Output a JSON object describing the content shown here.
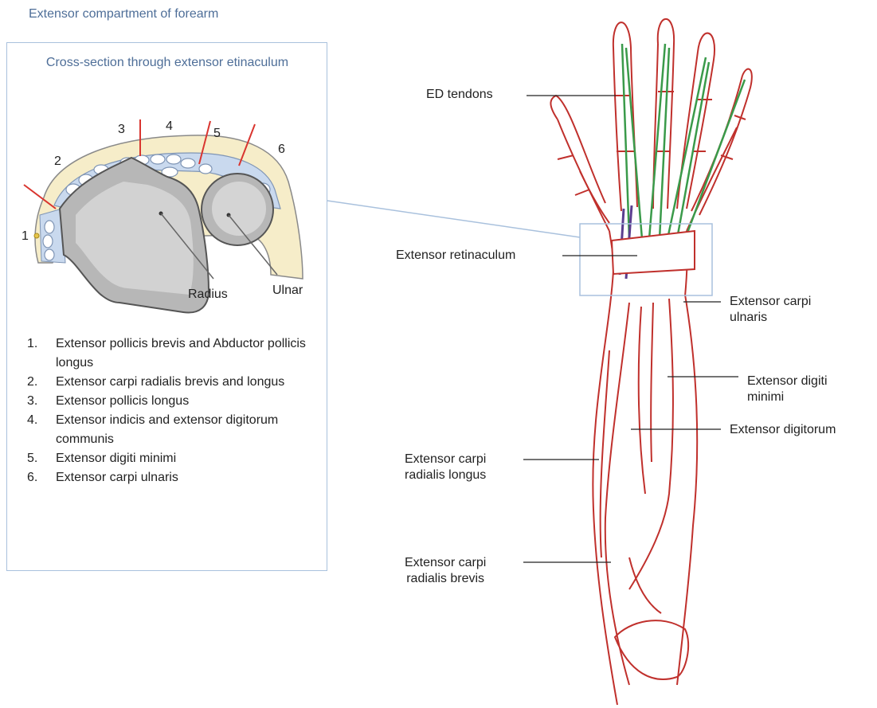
{
  "title": "Extensor compartment of forearm",
  "inset": {
    "title": "Cross-section through extensor etinaculum",
    "compartment_numbers": [
      "1",
      "2",
      "3",
      "4",
      "5",
      "6"
    ],
    "bone_labels": {
      "radius": "Radius",
      "ulnar": "Ulnar"
    },
    "legend": [
      {
        "num": "1.",
        "text": "Extensor pollicis brevis and Abductor pollicis longus"
      },
      {
        "num": "2.",
        "text": "Extensor carpi radialis brevis and longus"
      },
      {
        "num": "3.",
        "text": "Extensor pollicis longus"
      },
      {
        "num": "4.",
        "text": "Extensor indicis and extensor digitorum communis"
      },
      {
        "num": "5.",
        "text": "Extensor digiti minimi"
      },
      {
        "num": "6.",
        "text": "Extensor carpi ulnaris"
      }
    ]
  },
  "arm_labels": {
    "ed_tendons": "ED tendons",
    "extensor_retinaculum": "Extensor retinaculum",
    "ecu_line1": "Extensor carpi",
    "ecu_line2": "ulnaris",
    "edm_line1": "Extensor digiti",
    "edm_line2": "minimi",
    "extensor_digitorum": "Extensor digitorum",
    "ecrl_line1": "Extensor carpi",
    "ecrl_line2": "radialis longus",
    "ecrb_line1": "Extensor carpi",
    "ecrb_line2": "radialis brevis"
  },
  "colors": {
    "title_blue": "#4e6e98",
    "frame_blue": "#a9c1dd",
    "muscle_red": "#c0302c",
    "tendon_green": "#3a9a4a",
    "bone_grey": "#bdbdbd"
  }
}
